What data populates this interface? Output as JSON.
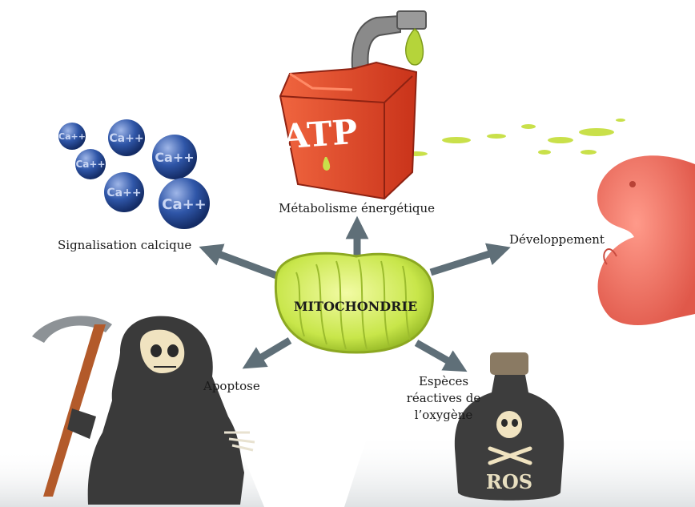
{
  "center": {
    "label": "MITOCHONDRIE",
    "color": "#c8e64a"
  },
  "branches": {
    "metabolism": "Métabolisme énergétique",
    "calcium": "Signalisation calcique",
    "development": "Développement",
    "apoptosis": "Apoptose",
    "ros": [
      "Espèces",
      "réactives de",
      "l’oxygène"
    ]
  },
  "icons": {
    "atp_can": {
      "text": "ATP",
      "color": "#e8472a"
    },
    "calcium_ions": {
      "text": "Ca++",
      "color": "#2a4fa0"
    },
    "embryo": {
      "color": "#f07a6a"
    },
    "grim_reaper": {
      "color": "#3a3a3a"
    },
    "poison_bottle": {
      "text": "ROS",
      "color": "#3d3d3d"
    }
  },
  "arrow_color": "#5f6f78"
}
